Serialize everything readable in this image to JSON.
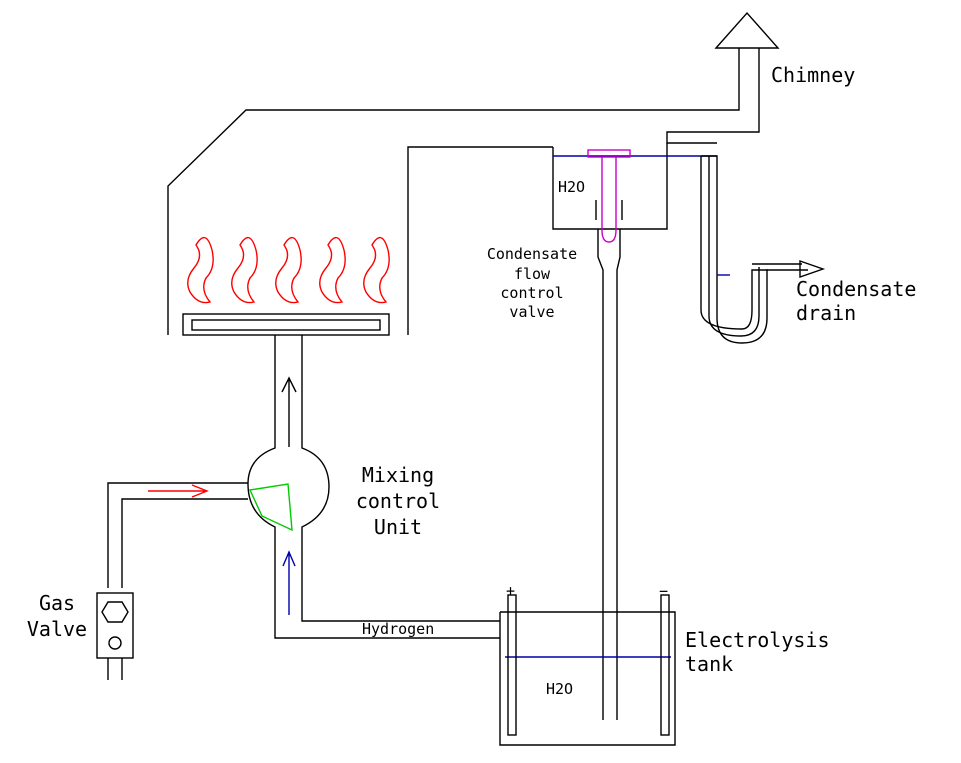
{
  "labels": {
    "chimney": "Chimney",
    "condensate_valve": [
      "Condensate",
      "flow",
      "control",
      "valve"
    ],
    "condensate_drain": [
      "Condensate",
      "drain"
    ],
    "mixing_unit": [
      "Mixing",
      "control",
      "Unit"
    ],
    "gas_valve": [
      "Gas",
      "Valve"
    ],
    "hydrogen": "Hydrogen",
    "electrolysis_tank": [
      "Electrolysis",
      "tank"
    ],
    "water_top": "H2O",
    "water_tank": "H2O",
    "plus": "+",
    "minus": "−"
  },
  "colors": {
    "outline": "#000000",
    "flame": "#ff0000",
    "gas_arrow": "#ff0000",
    "hydrogen_arrow": "#0000aa",
    "mixing_flap": "#00cc00",
    "valve_insert": "#cc00cc",
    "water_level": "#0000aa"
  }
}
